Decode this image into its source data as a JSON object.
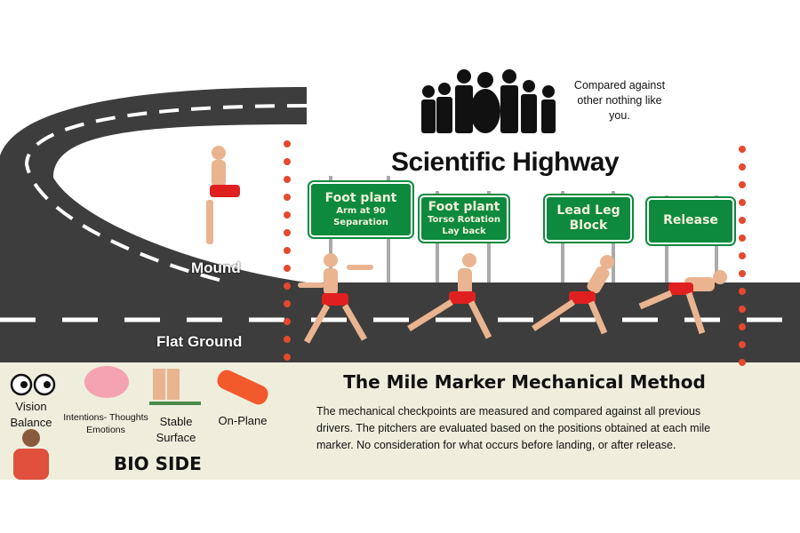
{
  "header": {
    "title": "Scientific Highway",
    "crowd_caption": "Compared against other nothing like you."
  },
  "road_labels": {
    "mound": "Mound",
    "flat_ground": "Flat Ground"
  },
  "signs": [
    {
      "title": "Foot plant",
      "lines": [
        "Arm at 90",
        "Separation"
      ]
    },
    {
      "title": "Foot plant",
      "lines": [
        "Torso Rotation",
        "Lay back"
      ]
    },
    {
      "title": "Lead Leg",
      "lines": [
        "Block"
      ]
    },
    {
      "title": "Release",
      "lines": []
    }
  ],
  "bio": {
    "items": [
      "Vision Balance",
      "Intentions- Thoughts Emotions",
      "Stable Surface",
      "On-Plane"
    ],
    "heading": "BIO SIDE"
  },
  "method": {
    "heading": "The Mile Marker Mechanical Method",
    "description": "The mechanical checkpoints are measured and compared against all previous drivers.  The pitchers are evaluated based on the positions obtained at each mile marker. No consideration for what occurs before landing, or after release."
  },
  "colors": {
    "sign_green": "#0e8a3e",
    "road": "#3d3d3d",
    "panel": "#efeedd",
    "dots": "#e4492f"
  }
}
